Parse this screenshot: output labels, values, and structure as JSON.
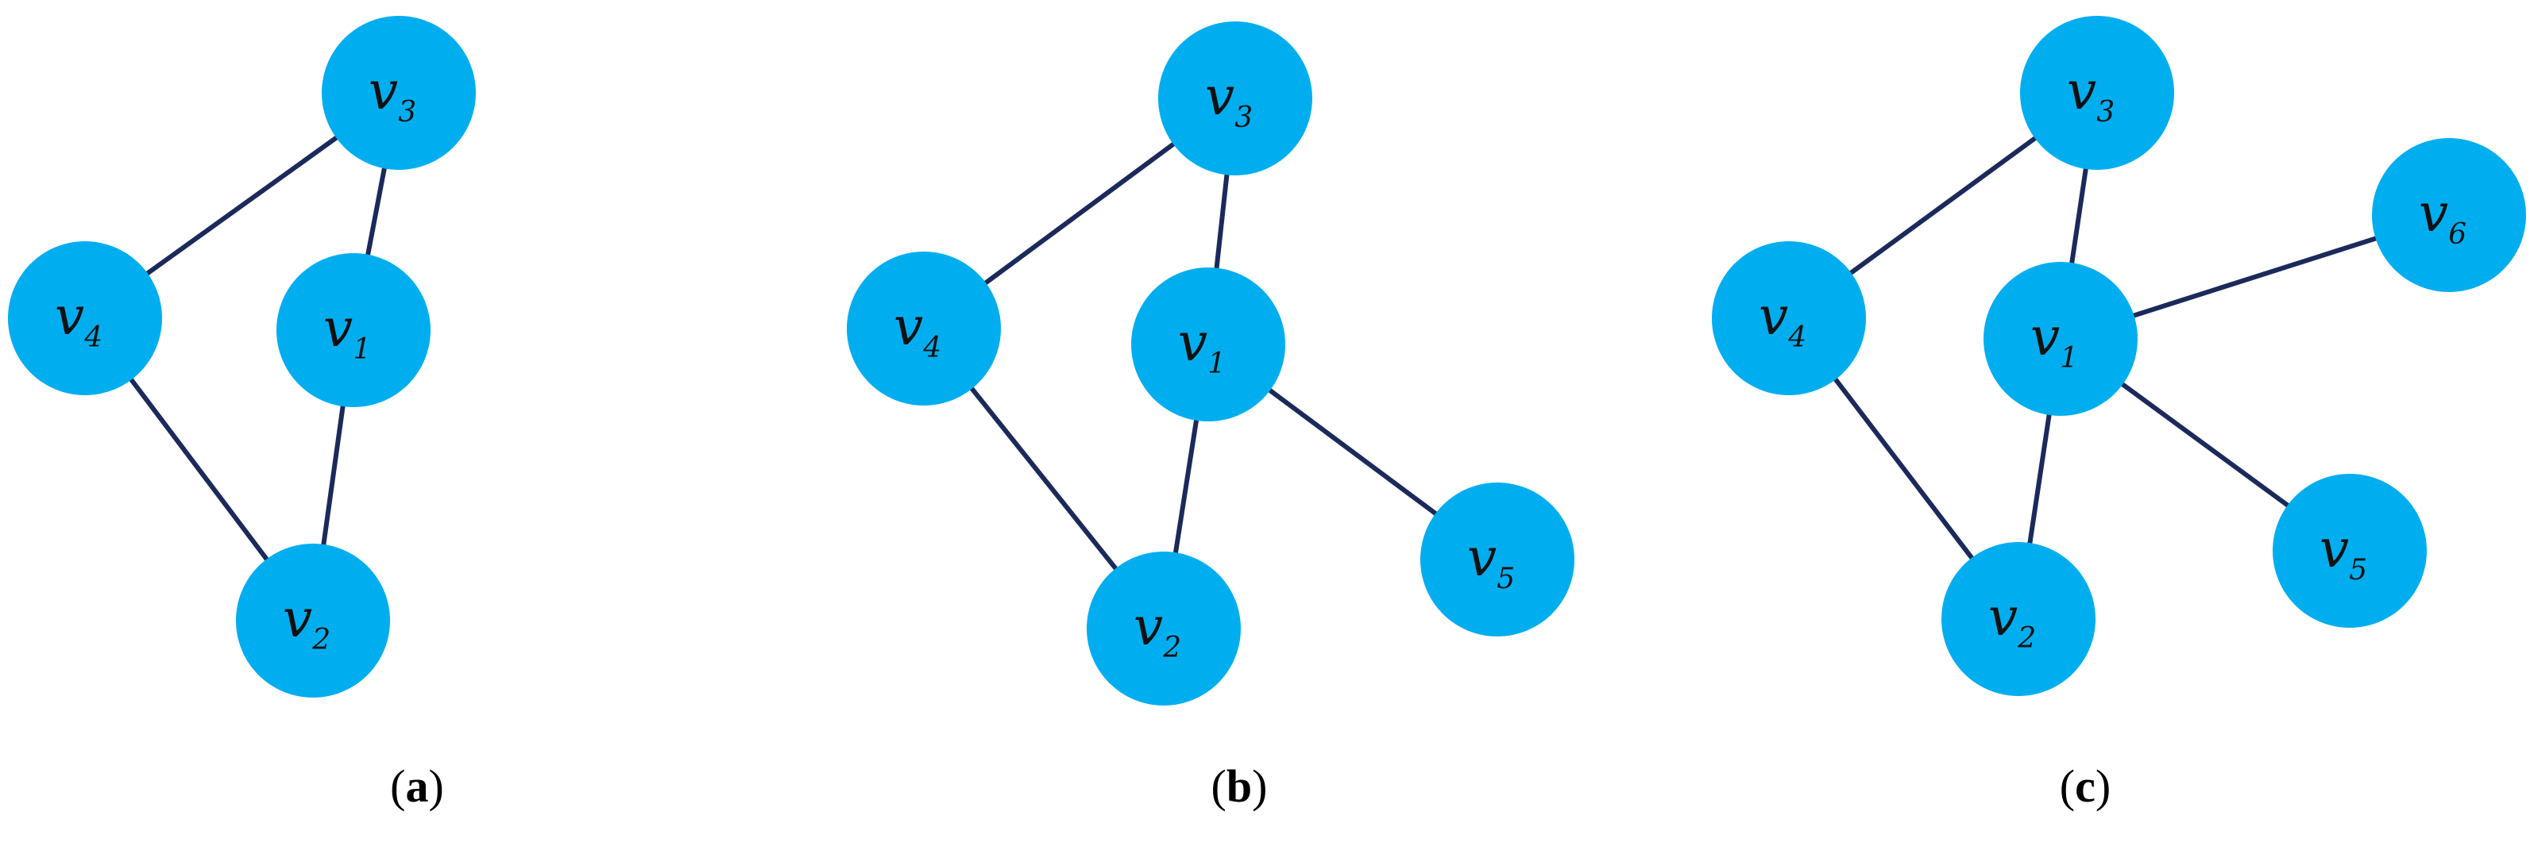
{
  "colors": {
    "node_fill": "#00AEEF",
    "edge_stroke": "#1B2A5B",
    "label_text": "#111111"
  },
  "panels": [
    {
      "id": "a",
      "caption_letter": "a",
      "nodes": [
        {
          "id": "v1",
          "base": "v",
          "sub": "1"
        },
        {
          "id": "v2",
          "base": "v",
          "sub": "2"
        },
        {
          "id": "v3",
          "base": "v",
          "sub": "3"
        },
        {
          "id": "v4",
          "base": "v",
          "sub": "4"
        }
      ],
      "edges": [
        [
          "v3",
          "v4"
        ],
        [
          "v3",
          "v1"
        ],
        [
          "v1",
          "v2"
        ],
        [
          "v4",
          "v2"
        ]
      ]
    },
    {
      "id": "b",
      "caption_letter": "b",
      "nodes": [
        {
          "id": "v1",
          "base": "v",
          "sub": "1"
        },
        {
          "id": "v2",
          "base": "v",
          "sub": "2"
        },
        {
          "id": "v3",
          "base": "v",
          "sub": "3"
        },
        {
          "id": "v4",
          "base": "v",
          "sub": "4"
        },
        {
          "id": "v5",
          "base": "v",
          "sub": "5"
        }
      ],
      "edges": [
        [
          "v3",
          "v4"
        ],
        [
          "v3",
          "v1"
        ],
        [
          "v1",
          "v2"
        ],
        [
          "v4",
          "v2"
        ],
        [
          "v1",
          "v5"
        ]
      ]
    },
    {
      "id": "c",
      "caption_letter": "c",
      "nodes": [
        {
          "id": "v1",
          "base": "v",
          "sub": "1"
        },
        {
          "id": "v2",
          "base": "v",
          "sub": "2"
        },
        {
          "id": "v3",
          "base": "v",
          "sub": "3"
        },
        {
          "id": "v4",
          "base": "v",
          "sub": "4"
        },
        {
          "id": "v5",
          "base": "v",
          "sub": "5"
        },
        {
          "id": "v6",
          "base": "v",
          "sub": "6"
        }
      ],
      "edges": [
        [
          "v3",
          "v4"
        ],
        [
          "v3",
          "v1"
        ],
        [
          "v1",
          "v2"
        ],
        [
          "v4",
          "v2"
        ],
        [
          "v1",
          "v5"
        ],
        [
          "v1",
          "v6"
        ]
      ]
    }
  ]
}
